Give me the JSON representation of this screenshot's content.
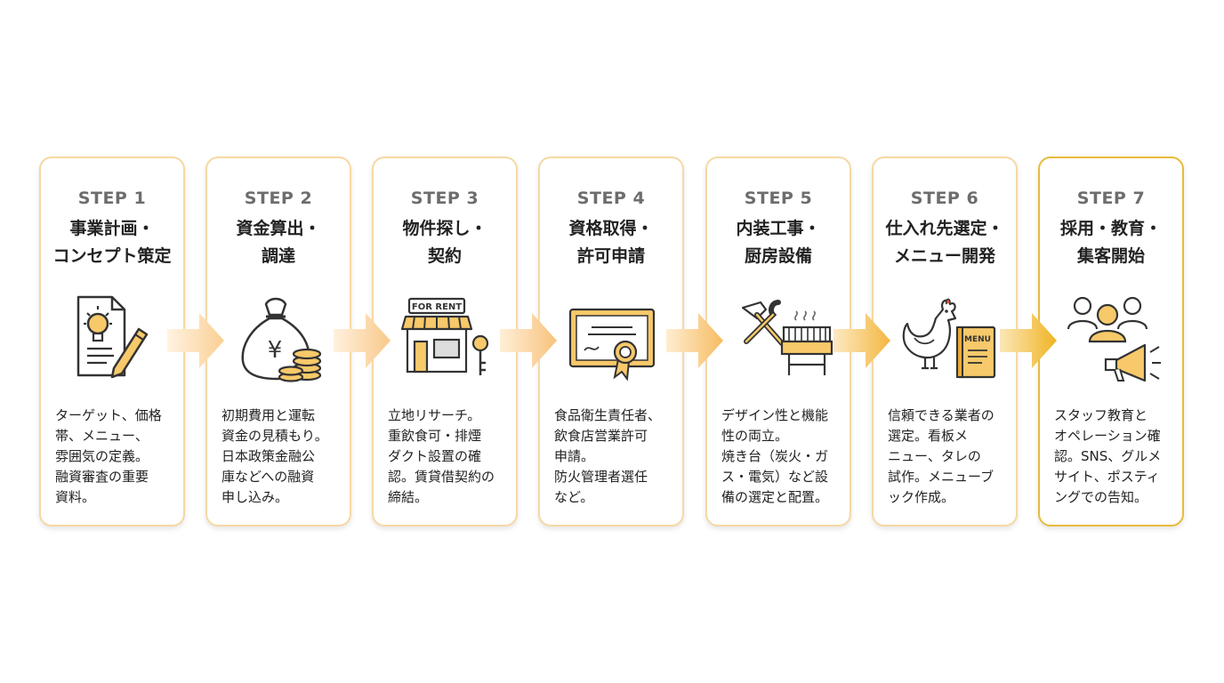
{
  "steps": [
    {
      "step": "STEP 1",
      "title": [
        "事業計画・",
        "コンセプト策定"
      ],
      "desc": [
        "ターゲット、価格",
        "帯、メニュー、",
        "雰囲気の定義。",
        "融資審査の重要",
        "資料。"
      ],
      "icon": "business-plan-icon"
    },
    {
      "step": "STEP 2",
      "title": [
        "資金算出・",
        "調達"
      ],
      "desc": [
        "初期費用と運転",
        "資金の見積もり。",
        "日本政策金融公",
        "庫などへの融資",
        "申し込み。"
      ],
      "icon": "money-bag-icon"
    },
    {
      "step": "STEP 3",
      "title": [
        "物件探し・",
        "契約"
      ],
      "desc": [
        "立地リサーチ。",
        "重飲食可・排煙",
        "ダクト設置の確",
        "認。賃貸借契約の",
        "締結。"
      ],
      "icon": "store-for-rent-icon",
      "sign": "FOR RENT"
    },
    {
      "step": "STEP 4",
      "title": [
        "資格取得・",
        "許可申請"
      ],
      "desc": [
        "食品衛生責任者、",
        "飲食店営業許可",
        "申請。",
        "防火管理者選任",
        "など。"
      ],
      "icon": "certificate-icon"
    },
    {
      "step": "STEP 5",
      "title": [
        "内装工事・",
        "厨房設備"
      ],
      "desc": [
        "デザイン性と機能",
        "性の両立。",
        "焼き台（炭火・ガ",
        "ス・電気）など設",
        "備の選定と配置。"
      ],
      "icon": "tools-grill-icon"
    },
    {
      "step": "STEP 6",
      "title": [
        "仕入れ先選定・",
        "メニュー開発"
      ],
      "desc": [
        "信頼できる業者の",
        "選定。看板メ",
        "ニュー、タレの",
        "試作。メニューブ",
        "ック作成。"
      ],
      "icon": "chicken-menu-icon",
      "menu": "MENU"
    },
    {
      "step": "STEP 7",
      "title": [
        "採用・教育・",
        "集客開始"
      ],
      "desc": [
        "スタッフ教育と",
        "オペレーション確",
        "認。SNS、グルメ",
        "サイト、ポスティ",
        "ングでの告知。"
      ],
      "icon": "team-megaphone-icon"
    }
  ],
  "colors": {
    "border": "#f6d8a4",
    "accent": "#e8bb3c",
    "icon_fill": "#f7c96a",
    "arrow_light": "#fde7c8",
    "arrow_dark": "#f2b640"
  }
}
